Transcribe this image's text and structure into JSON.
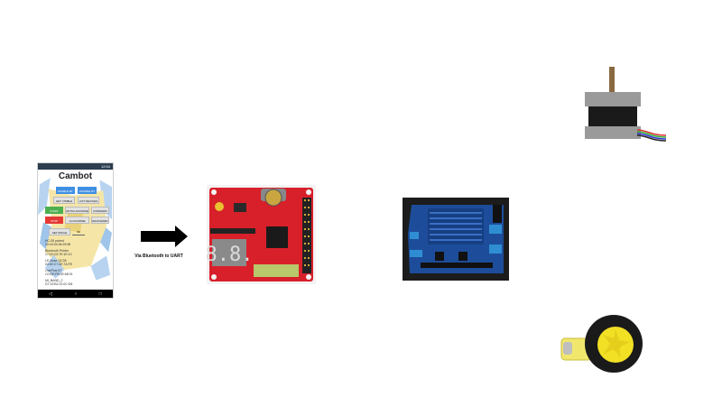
{
  "phone": {
    "status_text": "12:54",
    "title": "Cambot",
    "buttons": {
      "bt_enable": "ENABLE BT",
      "bt_disable": "DISABLE BT",
      "get_visible": "GET VISIBLE",
      "list_devices": "LIST DEVICES",
      "start": "START",
      "anticlockwise": "ANTICLOCKWISE",
      "forward": "FORWARD",
      "stop": "STOP",
      "clockwise": "CLOCKWISE",
      "backward": "BACKWARD",
      "set_angle": "SET ANGLE",
      "angle_value": "90"
    },
    "log": [
      "HC-05 paired",
      "20:16:04:06:29:58",
      "Bluetooth Printer",
      "17:20:C0:7E:1E:10",
      "LE-Bose QC35",
      "04:52:C7:4E:7A:FE",
      "OnePlus 5T",
      "C0:EE:FB:0E:68:91",
      "MI_BAND_2",
      "D7:19:B2:21:0C:D6"
    ],
    "nav": {
      "back": "◁",
      "home": "○",
      "recent": "□"
    }
  },
  "arrow": {
    "label": "Via Bluetooth to UART"
  },
  "components": {
    "microcontroller_display": "8.8.",
    "colors": {
      "board_red": "#d8202a",
      "shield_blue": "#1d4d9a",
      "arrow": "#000000"
    }
  }
}
